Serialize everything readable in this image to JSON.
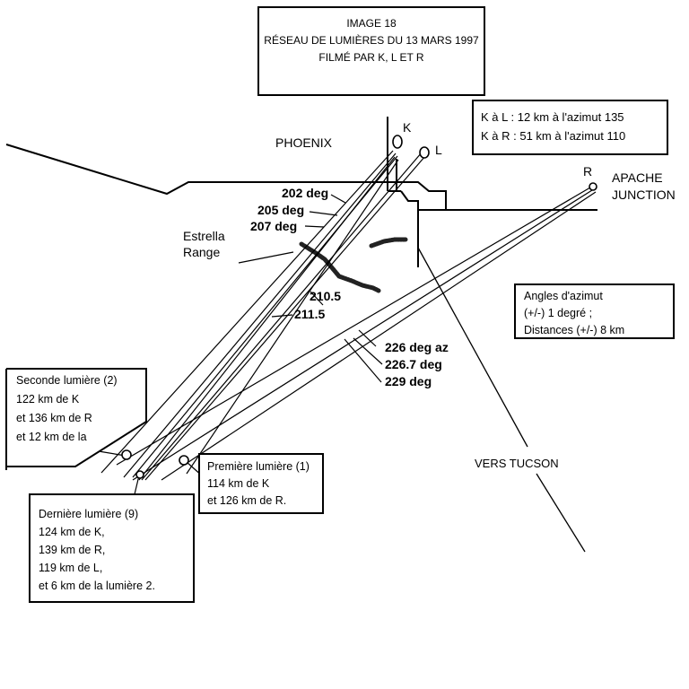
{
  "title_box": {
    "line1": "IMAGE 18",
    "line2": "RÉSEAU DE LUMIÈRES DU 13 MARS 1997",
    "line3": "FILMÉ PAR K, L ET R"
  },
  "distances_box": {
    "line1": "K à L : 12 km à l'azimut 135",
    "line2": "K à R : 51 km à l'azimut 110"
  },
  "accuracy_box": {
    "line1": "Angles d'azimut",
    "line2": "(+/-) 1 degré ;",
    "line3": "Distances (+/-) 8 km"
  },
  "places": {
    "phoenix": "PHOENIX",
    "apache_line1": "APACHE",
    "apache_line2": "JUNCTION",
    "estrella_line1": "Estrella",
    "estrella_line2": "Range",
    "tucson": "VERS TUCSON"
  },
  "stations": {
    "k": "K",
    "l": "L",
    "r": "R"
  },
  "azimuth_labels": {
    "a202": "202 deg",
    "a205": "205 deg",
    "a207": "207 deg",
    "a210_5": "210.5",
    "a211_5": "211.5",
    "a226": "226 deg az",
    "a226_7": "226.7 deg",
    "a229": "229 deg"
  },
  "lights": {
    "second": {
      "line1": "Seconde lumière (2)",
      "line2": "122 km de K",
      "line3": "et 136 km de R",
      "line4": "et 12 km de la"
    },
    "first": {
      "line1": "Première lumière (1)",
      "line2": "114 km de K",
      "line3": "et 126 km de R."
    },
    "last": {
      "line1": "Dernière lumière (9)",
      "line2": "124 km de K,",
      "line3": "139 km de R,",
      "line4": "119 km de L,",
      "line5": "et 6 km de la lumière 2."
    }
  }
}
